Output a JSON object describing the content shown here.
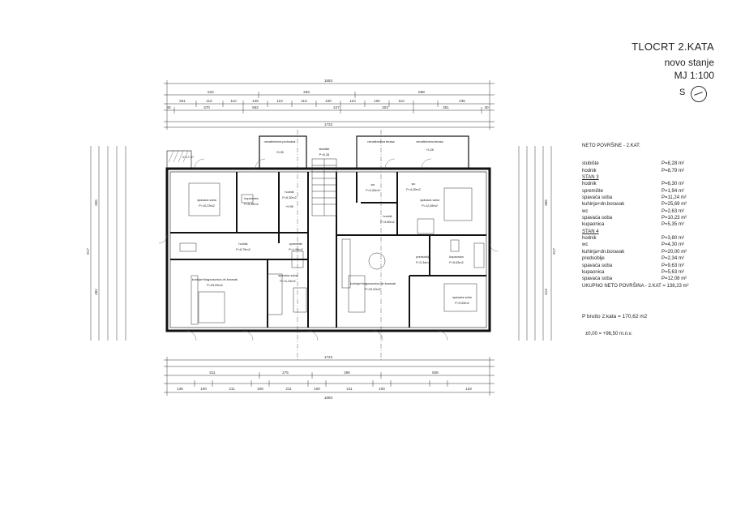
{
  "header": {
    "title": "TLOCRT 2.KATA",
    "subtitle": "novo stanje",
    "scale": "MJ 1:100",
    "north": "S"
  },
  "legend": {
    "heading": "NETO POVRŠINE - 2.KAT:",
    "items": [
      {
        "name": "stubište",
        "value": "P=8,28 m²",
        "u": false
      },
      {
        "name": "hodnik",
        "value": "P=8,79 m²",
        "u": false
      },
      {
        "name": "STAN 3",
        "value": "",
        "u": true
      },
      {
        "name": "hodnik",
        "value": "P=6,30 m²",
        "u": false
      },
      {
        "name": "spremište",
        "value": "P=1,94 m²",
        "u": false
      },
      {
        "name": "spavaća soba",
        "value": "P=11,24 m²",
        "u": false
      },
      {
        "name": "kuhinja+dn.boravak",
        "value": "P=25,69 m²",
        "u": false
      },
      {
        "name": "wc",
        "value": "P=2,63 m²",
        "u": false
      },
      {
        "name": "spavaća soba",
        "value": "P=10,23 m²",
        "u": false
      },
      {
        "name": "kupaonica",
        "value": "P=5,35 m²",
        "u": false
      },
      {
        "name": "STAN 4",
        "value": "",
        "u": true
      },
      {
        "name": "hodnik",
        "value": "P=3,80 m²",
        "u": false
      },
      {
        "name": "wc",
        "value": "P=4,30 m²",
        "u": false
      },
      {
        "name": "kuhinja+dn.boravak",
        "value": "P=20,00 m²",
        "u": false
      },
      {
        "name": "predsoblje",
        "value": "P=2,34 m²",
        "u": false
      },
      {
        "name": "spavaća soba",
        "value": "P=9,63 m²",
        "u": false
      },
      {
        "name": "kupaonica",
        "value": "P=5,63 m²",
        "u": false
      },
      {
        "name": "spavaća soba",
        "value": "P=12,08 m²",
        "u": false
      }
    ],
    "total": "UKUPNO NETO POVRŠINA - 2.KAT = 138,23 m²",
    "brutto": "P brutto 2.kata = 170,62 m2",
    "level": "±0,00 = +96,50 m.n.v."
  },
  "dims": {
    "top_overall": "1883",
    "top_row": [
      "522",
      "283",
      "698"
    ],
    "top_detail": [
      "251",
      "110",
      "110",
      "128",
      "110",
      "110",
      "100",
      "110",
      "100",
      "110",
      "235"
    ],
    "top_walls": [
      "40",
      "370",
      "592",
      "427",
      "303",
      "351",
      "40"
    ],
    "top_inner": "1723",
    "bottom_inner": "1723",
    "bottom_row": [
      "511",
      "275",
      "390",
      "508"
    ],
    "bottom_detail": [
      "136",
      "100",
      "211",
      "100",
      "211",
      "100",
      "211",
      "100",
      "133"
    ],
    "bottom_overall": "1883",
    "left_total": "917",
    "right_total": "917",
    "left_parts": [
      "355",
      "482"
    ],
    "right_parts": [
      "365",
      "414"
    ]
  },
  "rooms": [
    {
      "name": "spavaća soba",
      "area": "P=10,23m2"
    },
    {
      "name": "kupaonica",
      "area": "P=5,35m2"
    },
    {
      "name": "hodnik",
      "area": "P=8,79m2"
    },
    {
      "name": "hodnik",
      "area": "P=6,30m2"
    },
    {
      "name": "spremište",
      "area": "P=1,94m2"
    },
    {
      "name": "kuhinja+blagovaonica dn.boravak",
      "area": "P=25,69m2"
    },
    {
      "name": "spavaća soba",
      "area": "P=11,24m2"
    },
    {
      "name": "kuhinja+blagovaonica dn.boravak",
      "area": "P=20,00m2"
    },
    {
      "name": "predsoblje",
      "area": "P=2,34m2"
    },
    {
      "name": "kupaonica",
      "area": "P=5,63m2"
    },
    {
      "name": "spavaća soba",
      "area": "P=12,08m2"
    },
    {
      "name": "spavaća soba",
      "area": "P=9,63m2"
    },
    {
      "name": "hodnik",
      "area": "P=3,80m2"
    },
    {
      "name": "stubište",
      "area": "P=8,28"
    },
    {
      "name": "wc",
      "area": "P=2,63m2"
    },
    {
      "name": "wc",
      "area": "P=4,30m2"
    }
  ],
  "annotations": {
    "roof_left": "nenatkrivena prohodna",
    "roof_left_level": "+3,28",
    "roof_mid": "nenatkrivena terasa",
    "roof_right": "nenatkrivena terasa",
    "roof_right_level": "+3,28",
    "level_mid": "+9,95",
    "stair_note": "V=17,37"
  }
}
